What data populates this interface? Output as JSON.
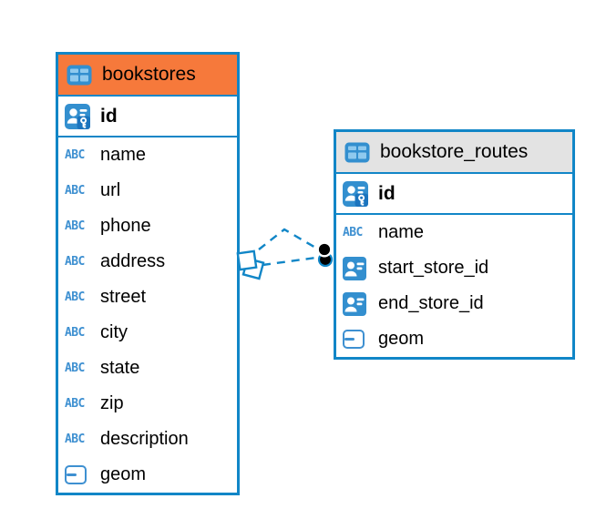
{
  "diagram": {
    "type": "entity-relationship",
    "colors": {
      "accent_blue": "#1186C7",
      "icon_blue": "#338FCF",
      "icon_cell_blue": "#8FC9EE",
      "key_badge_blue": "#1B74BE",
      "abc_blue": "#3E90D1",
      "bookstores_header": "#F6793B",
      "routes_header": "#E3E3E3",
      "text": "#000000",
      "background": "#FFFFFF"
    },
    "icon_labels": {
      "text_type": "ABC"
    },
    "tables": [
      {
        "name": "bookstores",
        "columns": [
          {
            "name": "id",
            "type": "primary-key"
          },
          {
            "name": "name",
            "type": "text"
          },
          {
            "name": "url",
            "type": "text"
          },
          {
            "name": "phone",
            "type": "text"
          },
          {
            "name": "address",
            "type": "text"
          },
          {
            "name": "street",
            "type": "text"
          },
          {
            "name": "city",
            "type": "text"
          },
          {
            "name": "state",
            "type": "text"
          },
          {
            "name": "zip",
            "type": "text"
          },
          {
            "name": "description",
            "type": "text"
          },
          {
            "name": "geom",
            "type": "geometry"
          }
        ]
      },
      {
        "name": "bookstore_routes",
        "columns": [
          {
            "name": "id",
            "type": "primary-key"
          },
          {
            "name": "name",
            "type": "text"
          },
          {
            "name": "start_store_id",
            "type": "foreign-key"
          },
          {
            "name": "end_store_id",
            "type": "foreign-key"
          },
          {
            "name": "geom",
            "type": "geometry"
          }
        ]
      }
    ],
    "relationships": [
      {
        "from_table": "bookstores",
        "from_column": "id",
        "to_table": "bookstore_routes",
        "to_column": "start_store_id",
        "line_style": "dashed"
      },
      {
        "from_table": "bookstores",
        "from_column": "id",
        "to_table": "bookstore_routes",
        "to_column": "end_store_id",
        "line_style": "dashed"
      }
    ]
  }
}
